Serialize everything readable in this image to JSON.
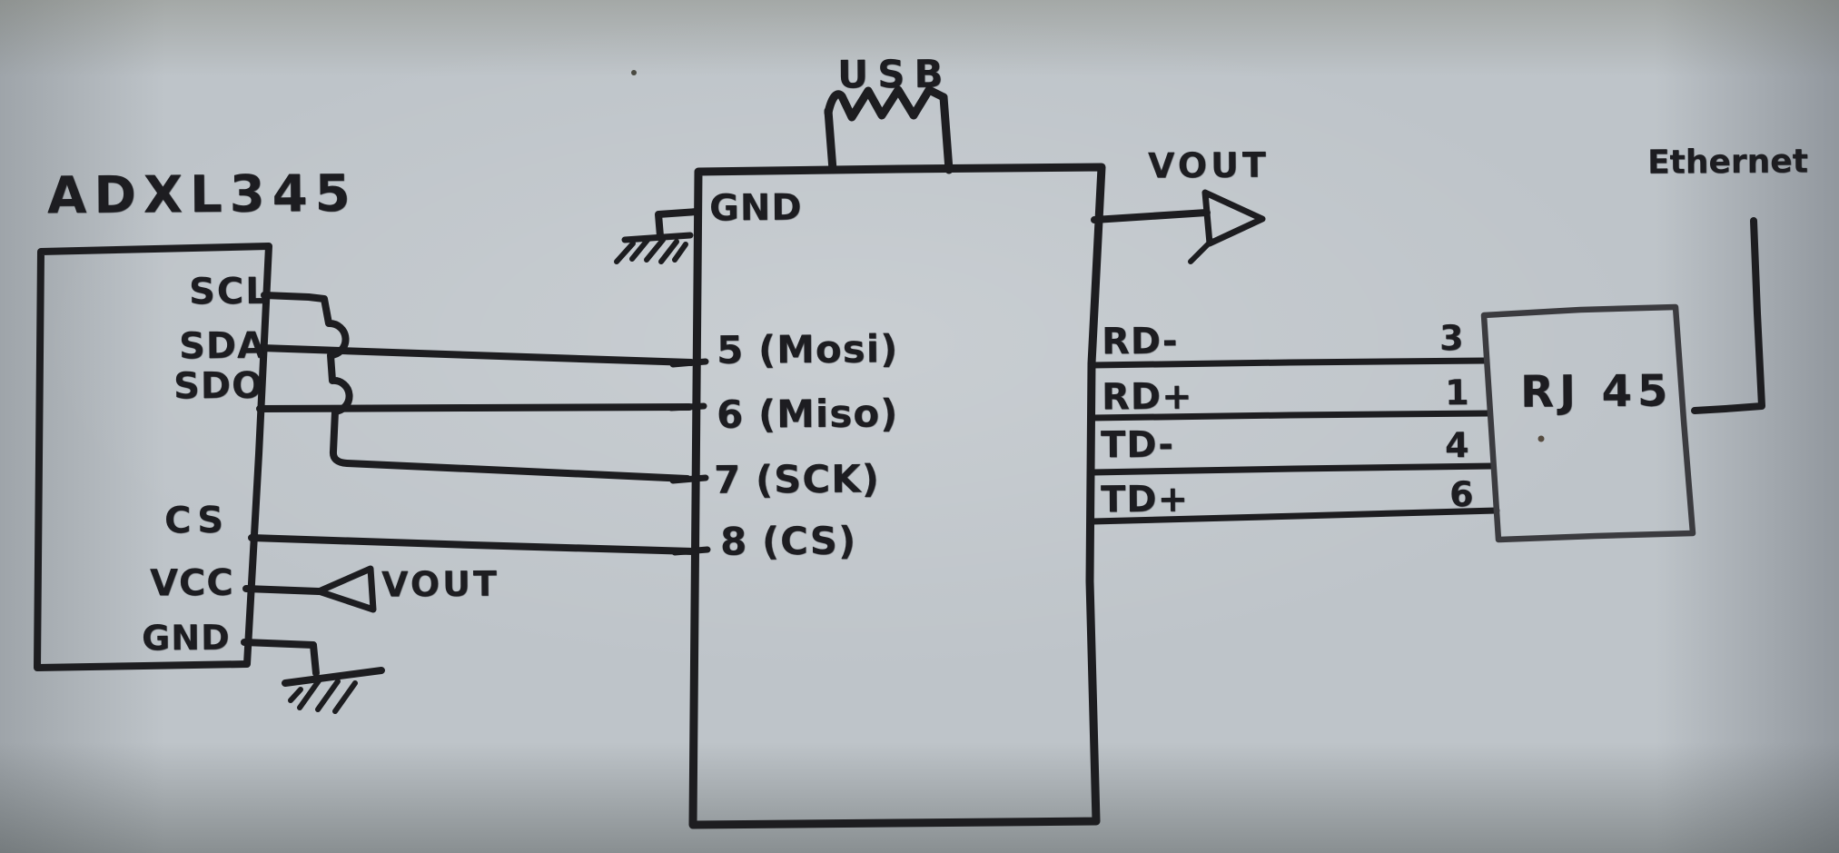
{
  "schematic": {
    "colors": {
      "ink": "#1d1d20",
      "paper": "#bec4c9",
      "pen_gray": "#3b3b3f"
    },
    "adxl345": {
      "title": "ADXL345",
      "pin_scl": "SCL",
      "pin_sda": "SDA",
      "pin_sdo": "SDO",
      "pin_cs": "CS",
      "pin_vcc": "VCC",
      "pin_gnd": "GND",
      "vout_label": "VOUT"
    },
    "controller": {
      "usb_label": "USB",
      "pin_gnd": "GND",
      "pin_5": "5 (Mosi)",
      "pin_6": "6 (Miso)",
      "pin_7": "7 (SCK)",
      "pin_8": "8 (CS)",
      "vout_label": "VOUT",
      "pin_rd_minus": "RD-",
      "pin_rd_plus": "RD+",
      "pin_td_minus": "TD-",
      "pin_td_plus": "TD+"
    },
    "rj45": {
      "title": "RJ 45",
      "ethernet_label": "Ethernet",
      "pin_3": "3",
      "pin_1": "1",
      "pin_4": "4",
      "pin_6": "6"
    }
  }
}
